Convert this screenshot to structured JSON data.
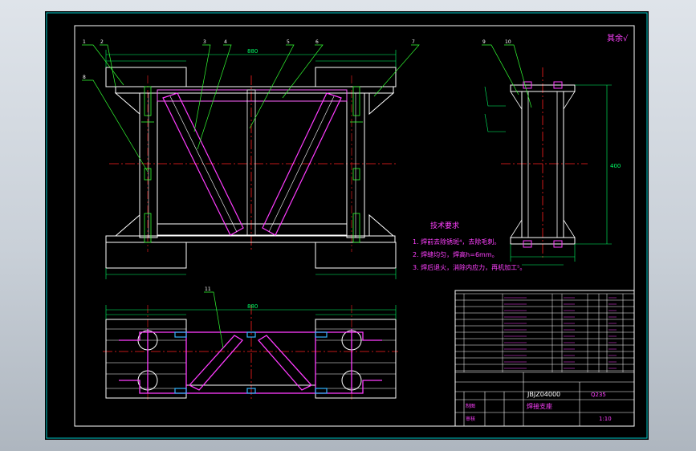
{
  "colors": {
    "background": "#000000",
    "border": "#ffffff",
    "frame_outer": "#00c8c8",
    "beam": "#ffffff",
    "weld": "#ff3cff",
    "centerline": "#ff2020",
    "dimension": "#00ff66",
    "leader": "#33ff33",
    "notes": "#ff40ff",
    "title_text": "#ff40ff",
    "gusset": "#33b4ff"
  },
  "drawing": {
    "roughness_note": "其余√",
    "dim_top_total": "880",
    "dim_side": "400",
    "dim_plan_total": "880"
  },
  "notes": {
    "title": "技术要求",
    "items": [
      "1. 焊前去除锈斑⁴，去除毛刺。",
      "2. 焊缝均匀，焊高h=6mm。",
      "3. 焊后退火，消除内应力，再机加工⁵。"
    ]
  },
  "title_block": {
    "drawing_number": "JBJZ04000",
    "part_name": "焊接支座",
    "material": "Q235",
    "scale": "1:10",
    "maker": "制图",
    "checker": "审核"
  }
}
